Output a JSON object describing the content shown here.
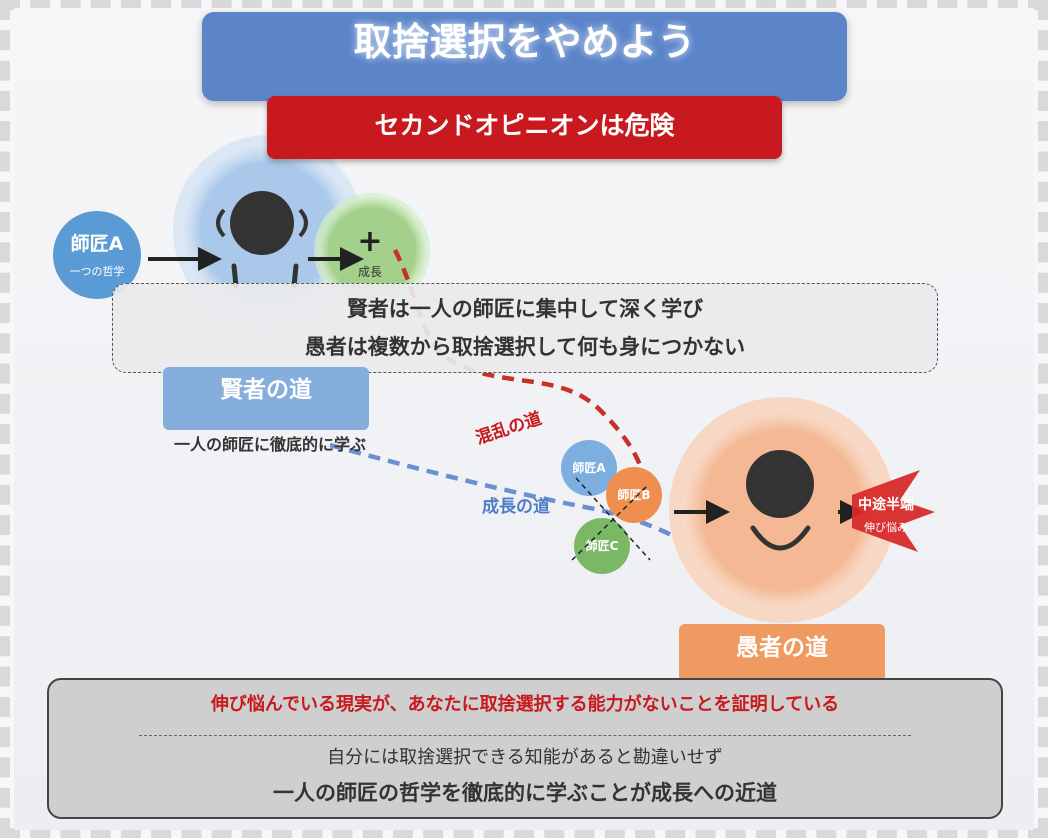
{
  "header": {
    "title": "取捨選択をやめよう",
    "subtitle": "セカンドオピニオンは危険"
  },
  "wise_section": {
    "mentor_label": "師匠A",
    "mentor_sub": "一つの哲学",
    "growth_label": "成長",
    "path_label": "賢者の道",
    "path_sub": "一人の師匠に徹底的に学ぶ"
  },
  "caption": {
    "line1": "賢者は一人の師匠に集中して深く学び",
    "line2": "愚者は複数から取捨選択して何も身につかない"
  },
  "paths": {
    "confusion_label": "混乱の道",
    "growth_label": "成長の道"
  },
  "fool_section": {
    "mentors": [
      "師匠A",
      "師匠B",
      "師匠C"
    ],
    "result_label": "中途半端",
    "result_sub": "伸び悩み",
    "path_label": "愚者の道"
  },
  "colors": {
    "title_blue": "#5b84c9",
    "danger_red": "#c8191e",
    "wise_blue": "#85aedc",
    "fool_orange": "#ef9a60",
    "growth_green": "#a3d08a"
  },
  "bottom": {
    "warning": "伸び悩んでいる現実が、あなたに取捨選択する能力がないことを証明している",
    "line2": "自分には取捨選択できる知能があると勘違いせず",
    "line3": "一人の師匠の哲学を徹底的に学ぶことが成長への近道"
  }
}
